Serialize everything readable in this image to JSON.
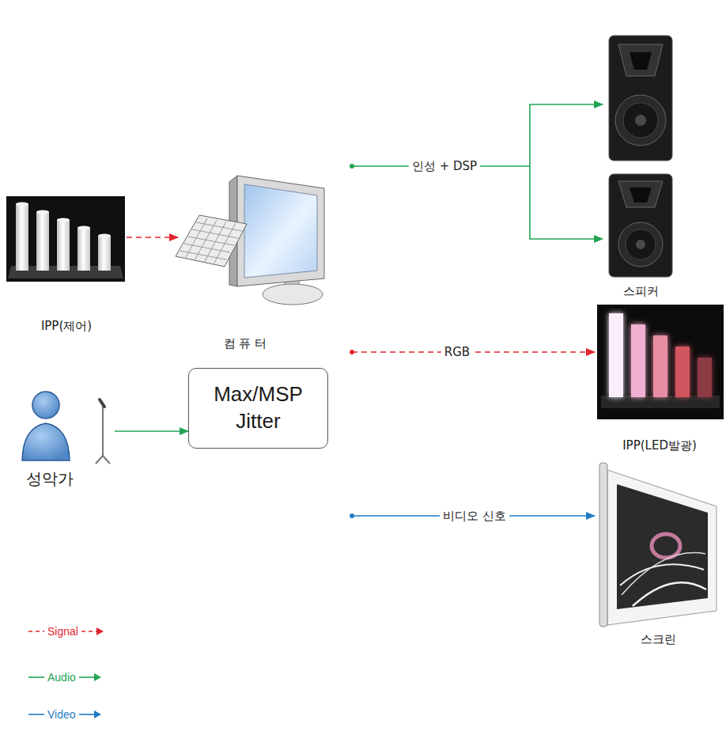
{
  "diagram": {
    "nodes": [
      {
        "text": [
          "IPP(제어)"
        ]
      },
      {
        "text": [
          "컴 퓨 터"
        ]
      },
      {
        "text": [
          "Max/MSP Jitter"
        ],
        "in": 1
      },
      {
        "text": [
          "성악가"
        ]
      },
      {
        "text": [
          "스피커"
        ]
      },
      {
        "text": [
          "IPP(LED발광)"
        ]
      },
      {
        "text": [
          "스크린"
        ]
      }
    ],
    "edges": [
      {
        "from": 0,
        "to": 1,
        "arrow": "to"
      },
      {
        "from": 3,
        "to": 2,
        "arrow": "to"
      },
      {
        "from": 1,
        "to": 4,
        "label": "인성 + DSP",
        "arrow": "to"
      },
      {
        "from": 1,
        "to": 5,
        "label": "RGB",
        "arrow": "to"
      },
      {
        "from": 1,
        "to": 6,
        "label": "비디오 신호",
        "arrow": "to"
      }
    ],
    "legend": [
      {
        "text": "Signal"
      },
      {
        "text": "Audio"
      },
      {
        "text": "Video"
      }
    ]
  }
}
